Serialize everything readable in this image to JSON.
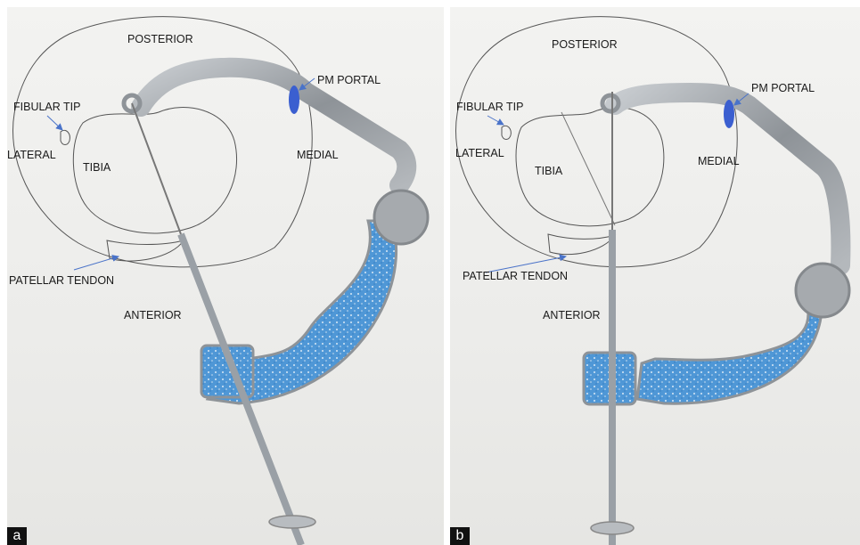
{
  "panels": [
    {
      "tag": "a",
      "labels": {
        "posterior": "POSTERIOR",
        "pm_portal": "PM PORTAL",
        "fibular_tip": "FIBULAR TIP",
        "lateral": "LATERAL",
        "tibia": "TIBIA",
        "medial": "MEDIAL",
        "patellar_tendon": "PATELLAR TENDON",
        "anterior": "ANTERIOR"
      }
    },
    {
      "tag": "b",
      "labels": {
        "posterior": "POSTERIOR",
        "pm_portal": "PM PORTAL",
        "fibular_tip": "FIBULAR TIP",
        "lateral": "LATERAL",
        "tibia": "TIBIA",
        "medial": "MEDIAL",
        "patellar_tendon": "PATELLAR TENDON",
        "anterior": "ANTERIOR"
      }
    }
  ],
  "colors": {
    "portal_marker": "#3b5fd0",
    "guide_blue": "#4a8fd0",
    "guide_metal": "#9aa0a6",
    "outline": "#555555",
    "arrow": "#4a73c9"
  }
}
